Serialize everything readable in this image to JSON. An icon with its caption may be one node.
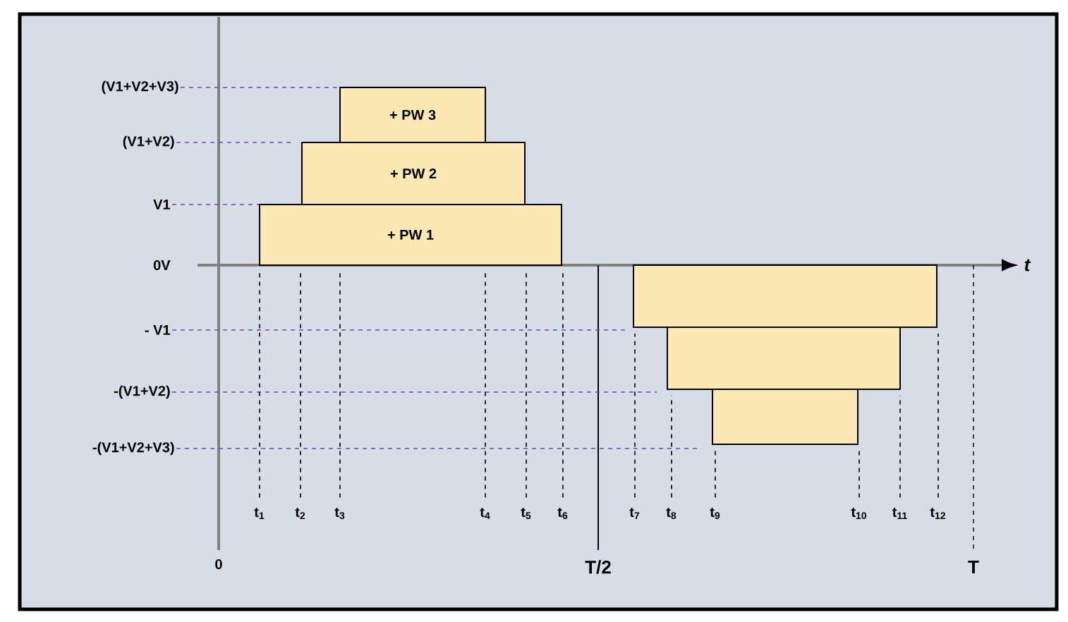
{
  "diagram": {
    "nodes": [
      {
        "text": [
          "+ PW 1"
        ]
      },
      {
        "text": [
          "+ PW 2"
        ]
      },
      {
        "text": [
          "+ PW 3"
        ]
      },
      {
        "text": [],
        "shape": "box"
      },
      {
        "text": [],
        "shape": "box"
      },
      {
        "text": [],
        "shape": "box"
      },
      {
        "text": [
          "(V1+V2+V3)"
        ]
      },
      {
        "text": [
          "(V1+V2)"
        ]
      },
      {
        "text": [
          "V1"
        ]
      },
      {
        "text": [
          "- V1"
        ]
      },
      {
        "text": [
          "-(V1+V2)"
        ]
      },
      {
        "text": [
          "-(V1+V2+V3)"
        ]
      },
      {
        "text": [
          "t$_{1}$"
        ]
      },
      {
        "text": [
          "t$_{2}$"
        ]
      },
      {
        "text": [
          "t$_{3}$"
        ]
      },
      {
        "text": [
          "t$_{4}$"
        ]
      },
      {
        "text": [
          "t$_{5}$"
        ]
      },
      {
        "text": [
          "t$_{6}$"
        ]
      },
      {
        "text": [
          "t$_{7}$"
        ]
      },
      {
        "text": [
          "t$_{8}$"
        ]
      },
      {
        "text": [
          "t$_{9}$"
        ]
      },
      {
        "text": [
          "t$_{10}$"
        ]
      },
      {
        "text": [
          "t$_{11}$"
        ]
      },
      {
        "text": [
          "t$_{12}$"
        ]
      }
    ],
    "edges": [
      {
        "from": 6,
        "to": 2,
        "arrow": "none",
        "style": "dashed",
        "color": "#7b3fb5"
      },
      {
        "from": 7,
        "to": 1,
        "arrow": "none",
        "style": "dashed",
        "color": "#7b3fb5"
      },
      {
        "from": 8,
        "to": 0,
        "arrow": "none",
        "style": "dashed",
        "color": "#7b3fb5"
      },
      {
        "from": 9,
        "to": 3,
        "arrow": "none",
        "style": "dashed",
        "color": "#7b3fb5"
      },
      {
        "from": 10,
        "to": 4,
        "arrow": "none",
        "style": "dashed",
        "color": "#7b3fb5"
      },
      {
        "from": 11,
        "to": 5,
        "arrow": "none",
        "style": "dashed",
        "color": "#7b3fb5"
      },
      {
        "from": 12,
        "to": 0,
        "arrow": "none",
        "style": "dashed"
      },
      {
        "from": 13,
        "to": 0,
        "arrow": "none",
        "style": "dashed"
      },
      {
        "from": 14,
        "to": 0,
        "arrow": "none",
        "style": "dashed"
      },
      {
        "from": 15,
        "to": 0,
        "arrow": "none",
        "style": "dashed"
      },
      {
        "from": 16,
        "to": 0,
        "arrow": "none",
        "style": "dashed"
      },
      {
        "from": 17,
        "to": 0,
        "arrow": "none",
        "style": "dashed"
      },
      {
        "from": 18,
        "to": 3,
        "arrow": "none",
        "style": "dashed"
      },
      {
        "from": 19,
        "to": 4,
        "arrow": "none",
        "style": "dashed"
      },
      {
        "from": 20,
        "to": 5,
        "arrow": "none",
        "style": "dashed"
      },
      {
        "from": 21,
        "to": 5,
        "arrow": "none",
        "style": "dashed"
      },
      {
        "from": 22,
        "to": 4,
        "arrow": "none",
        "style": "dashed"
      },
      {
        "from": 23,
        "to": 3,
        "arrow": "none",
        "style": "dashed"
      }
    ],
    "labels": [
      "0V",
      "t",
      "0",
      "T/2",
      "T"
    ]
  }
}
